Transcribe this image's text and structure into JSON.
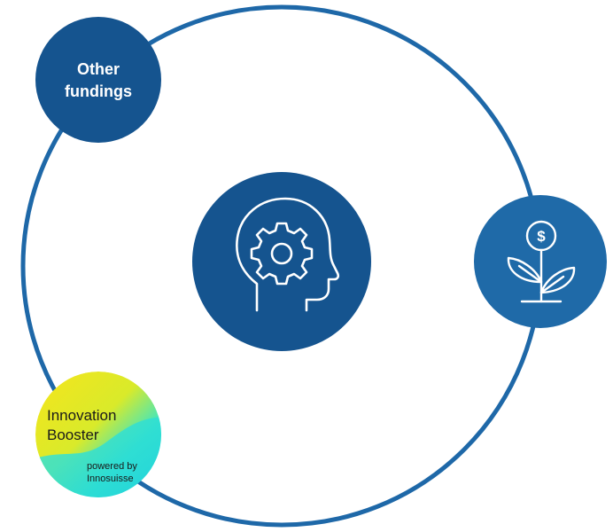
{
  "diagram": {
    "colors": {
      "ring": "#1e68a8",
      "node_dark": "#15548f",
      "node_mid": "#1f6aa8",
      "icon_stroke": "#ffffff",
      "badge_yellow": "#f4e21a",
      "badge_cyan": "#29e3cf"
    },
    "nodes": {
      "other_fundings": {
        "line1": "Other",
        "line2": "fundings"
      },
      "center": {
        "icon": "head-gear-icon"
      },
      "funding": {
        "icon": "money-plant-icon"
      },
      "badge": {
        "title_line1": "Innovation",
        "title_line2": "Booster",
        "sub_line1": "powered by",
        "sub_line2": "Innosuisse"
      }
    }
  }
}
